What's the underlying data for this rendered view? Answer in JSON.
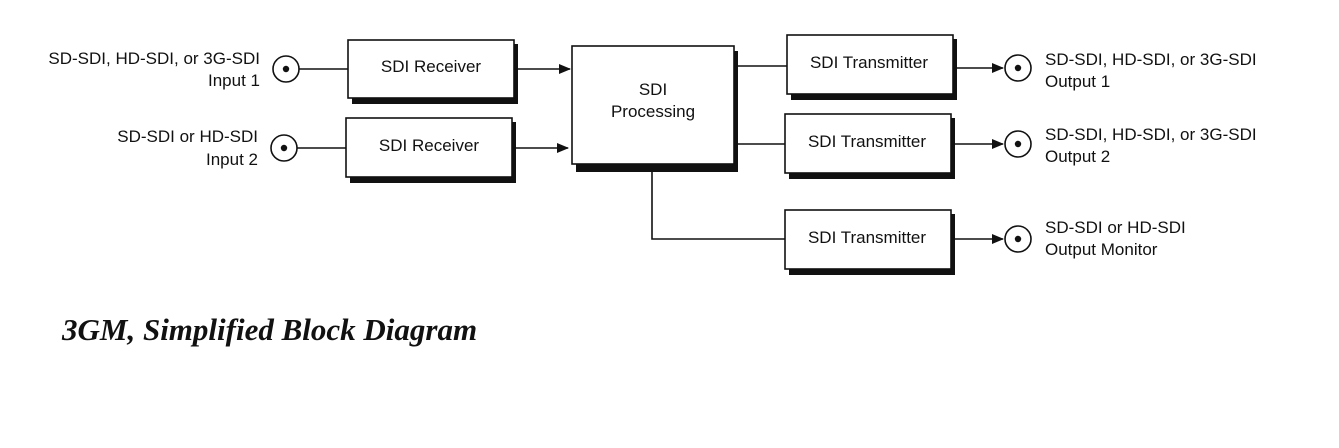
{
  "inputs": [
    {
      "line1": "SD-SDI, HD-SDI, or 3G-SDI",
      "line2": "Input 1"
    },
    {
      "line1": "SD-SDI or HD-SDI",
      "line2": "Input 2"
    }
  ],
  "receivers": [
    "SDI Receiver",
    "SDI Receiver"
  ],
  "processing": {
    "line1": "SDI",
    "line2": "Processing"
  },
  "transmitters": [
    "SDI Transmitter",
    "SDI Transmitter",
    "SDI Transmitter"
  ],
  "outputs": [
    {
      "line1": "SD-SDI, HD-SDI, or 3G-SDI",
      "line2": "Output 1"
    },
    {
      "line1": "SD-SDI, HD-SDI, or 3G-SDI",
      "line2": "Output 2"
    },
    {
      "line1": "SD-SDI or HD-SDI",
      "line2": "Output Monitor"
    }
  ],
  "caption": "3GM, Simplified Block Diagram",
  "colors": {
    "ink": "#111111",
    "background": "#ffffff"
  }
}
